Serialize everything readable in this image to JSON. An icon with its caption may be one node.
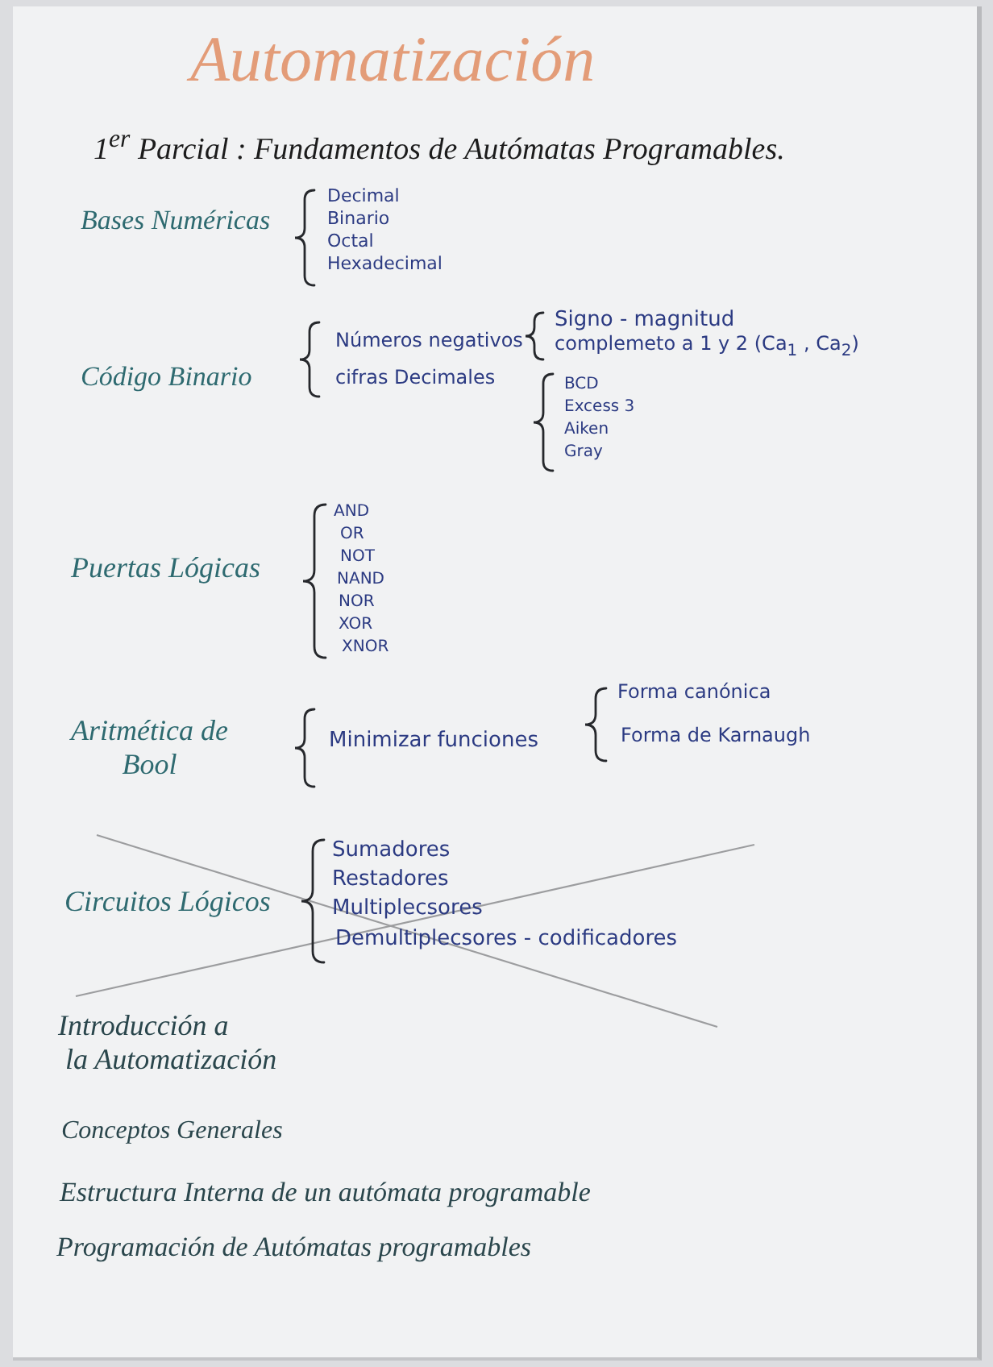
{
  "diagram": {
    "title": "Automatización",
    "labels": [
      "1$^{er}$ Parcial : Fundamentos de Autómatas Programables.",
      "Bases Numéricas",
      "Decimal",
      "Binario",
      "Octal",
      "Hexadecimal",
      "Código Binario",
      "Números negativos",
      "Signo - magnitud",
      "complemeto a 1 y 2 (Ca$_{1}$ , Ca$_{2}$)",
      "cifras Decimales",
      "BCD",
      "Excess 3",
      "Aiken",
      "Gray",
      "Puertas Lógicas",
      "AND",
      "OR",
      "NOT",
      "NAND",
      "NOR",
      "XOR",
      "XNOR",
      "Aritmética de Bool",
      "Minimizar funciones",
      "Forma canónica",
      "Forma de Karnaugh",
      "Circuitos Lógicos",
      "Sumadores",
      "Restadores",
      "Multiplecsores",
      "Demultiplecsores - codificadores",
      "Introducción a la Automatización",
      "Conceptos Generales",
      "Estructura Interna de un autómata programable",
      "Programación de Autómatas programables"
    ]
  }
}
